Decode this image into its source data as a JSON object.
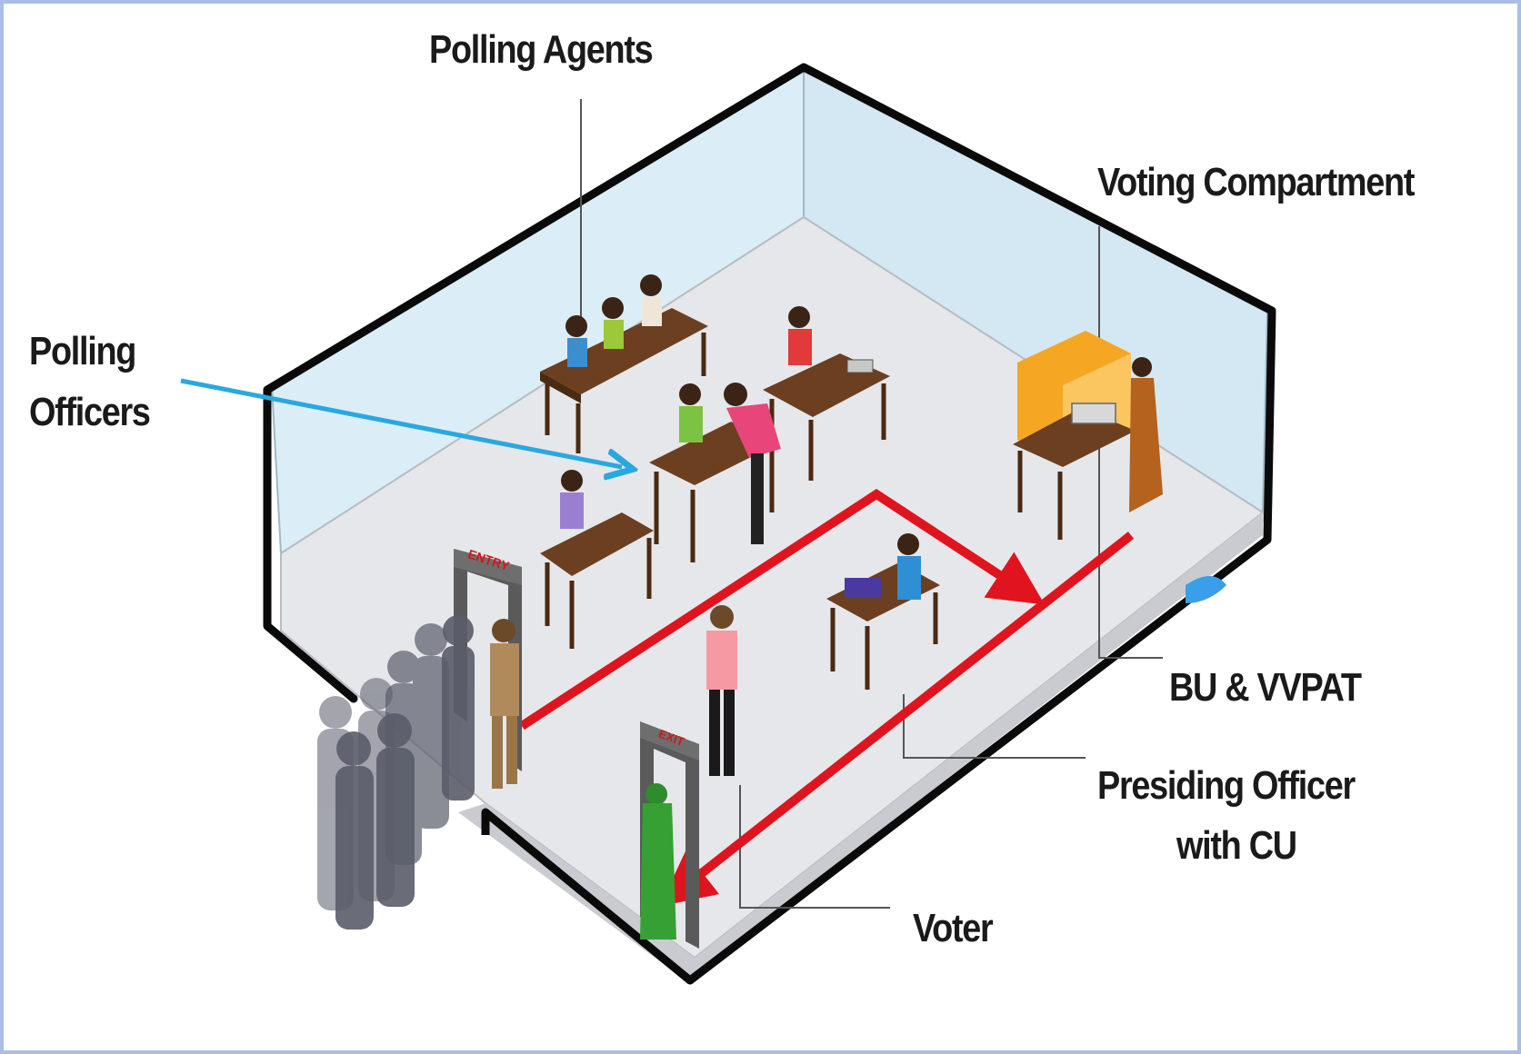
{
  "labels": {
    "polling_agents": "Polling Agents",
    "voting_compartment": "Voting Compartment",
    "polling_officers_line1": "Polling",
    "polling_officers_line2": "Officers",
    "bu_vvpat": "BU & VVPAT",
    "presiding_officer_line1": "Presiding Officer",
    "presiding_officer_line2": "with CU",
    "voter": "Voter",
    "entry_sign": "ENTRY",
    "exit_sign": "EXIT"
  },
  "colors": {
    "frame_border": "#a9bde6",
    "room_floor": "#e6e7ea",
    "room_wall": "#dbeef7",
    "room_outline": "#0a0a0a",
    "path_arrow": "#e0141e",
    "pointer_arrow": "#29a8e0",
    "desk": "#6b3f1f",
    "voting_booth": "#f5a623",
    "queue_silhouettes": "#5a5d6a"
  }
}
